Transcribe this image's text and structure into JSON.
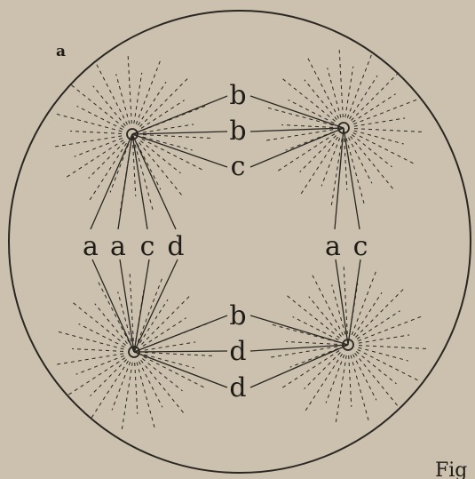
{
  "figure": {
    "panel_label": "a",
    "caption_fragment": "Fig",
    "chromosome_labels": {
      "top_middle": [
        "b",
        "b",
        "c"
      ],
      "left_middle": [
        "a",
        "a",
        "c",
        "d"
      ],
      "right_middle": [
        "a",
        "c"
      ],
      "bottom_middle": [
        "b",
        "d",
        "d"
      ]
    },
    "colors": {
      "background": "#cbc1ae",
      "ink": "#1f1c18"
    }
  }
}
